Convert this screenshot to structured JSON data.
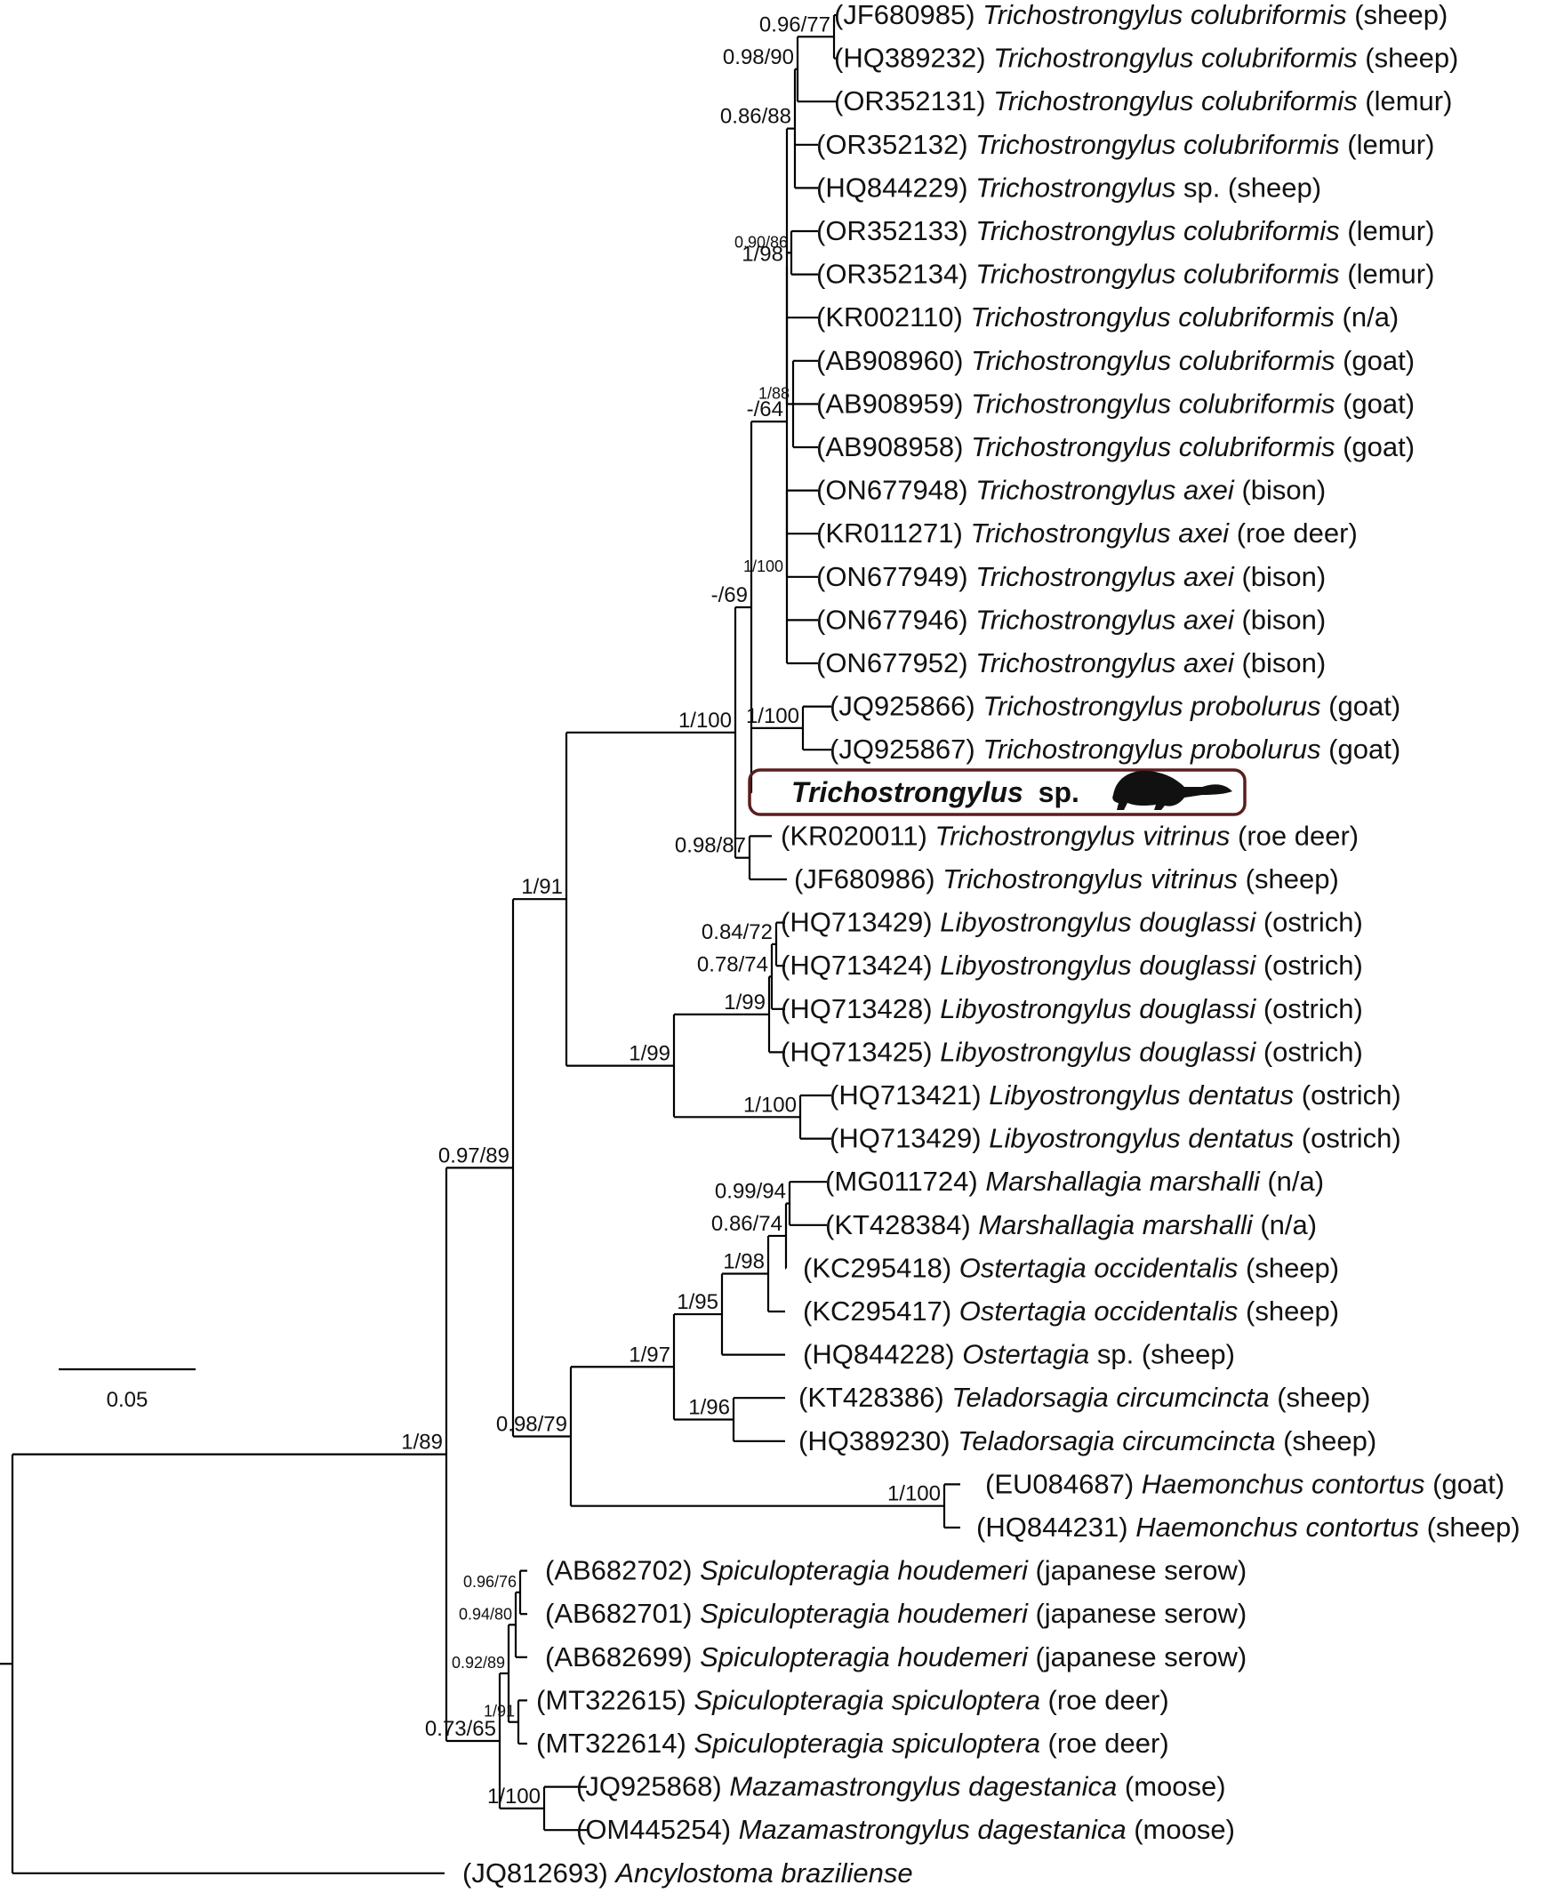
{
  "scale_bar": {
    "label": "0.05"
  },
  "leaves": [
    {
      "acc": "(JF680985)",
      "sp": "Trichostrongylus colubriformis",
      "host": "(sheep)"
    },
    {
      "acc": "(HQ389232)",
      "sp": "Trichostrongylus colubriformis",
      "host": "(sheep)"
    },
    {
      "acc": "(OR352131)",
      "sp": "Trichostrongylus colubriformis",
      "host": "(lemur)"
    },
    {
      "acc": "(OR352132)",
      "sp": "Trichostrongylus colubriformis",
      "host": "(lemur)"
    },
    {
      "acc": "(HQ844229)",
      "sp": "Trichostrongylus",
      "spx": "sp.",
      "host": "(sheep)"
    },
    {
      "acc": "(OR352133)",
      "sp": "Trichostrongylus colubriformis",
      "host": "(lemur)"
    },
    {
      "acc": "(OR352134)",
      "sp": "Trichostrongylus colubriformis",
      "host": "(lemur)"
    },
    {
      "acc": "(KR002110)",
      "sp": "Trichostrongylus colubriformis",
      "host": "(n/a)"
    },
    {
      "acc": "(AB908960)",
      "sp": "Trichostrongylus colubriformis",
      "host": "(goat)"
    },
    {
      "acc": "(AB908959)",
      "sp": "Trichostrongylus colubriformis",
      "host": "(goat)"
    },
    {
      "acc": "(AB908958)",
      "sp": "Trichostrongylus colubriformis",
      "host": "(goat)"
    },
    {
      "acc": "(ON677948)",
      "sp": "Trichostrongylus axei",
      "host": "(bison)"
    },
    {
      "acc": "(KR011271)",
      "sp": "Trichostrongylus axei",
      "host": "(roe deer)"
    },
    {
      "acc": "(ON677949)",
      "sp": "Trichostrongylus axei",
      "host": "(bison)"
    },
    {
      "acc": "(ON677946)",
      "sp": "Trichostrongylus axei",
      "host": "(bison)"
    },
    {
      "acc": "(ON677952)",
      "sp": "Trichostrongylus axei",
      "host": "(bison)"
    },
    {
      "acc": "(JQ925866)",
      "sp": "Trichostrongylus probolurus",
      "host": "(goat)"
    },
    {
      "acc": "(JQ925867)",
      "sp": "Trichostrongylus probolurus",
      "host": "(goat)"
    },
    {
      "acc": "",
      "sp": "",
      "host": ""
    },
    {
      "acc": "(KR020011)",
      "sp": "Trichostrongylus vitrinus",
      "host": "(roe deer)"
    },
    {
      "acc": "(JF680986)",
      "sp": "Trichostrongylus vitrinus",
      "host": "(sheep)"
    },
    {
      "acc": "(HQ713429)",
      "sp": "Libyostrongylus douglassi",
      "host": "(ostrich)"
    },
    {
      "acc": "(HQ713424)",
      "sp": "Libyostrongylus douglassi",
      "host": "(ostrich)"
    },
    {
      "acc": "(HQ713428)",
      "sp": "Libyostrongylus douglassi",
      "host": "(ostrich)"
    },
    {
      "acc": "(HQ713425)",
      "sp": "Libyostrongylus douglassi",
      "host": "(ostrich)"
    },
    {
      "acc": "(HQ713421)",
      "sp": "Libyostrongylus dentatus",
      "host": "(ostrich)"
    },
    {
      "acc": "(HQ713429)",
      "sp": "Libyostrongylus dentatus",
      "host": "(ostrich)"
    },
    {
      "acc": "(MG011724)",
      "sp": "Marshallagia marshalli",
      "host": "(n/a)"
    },
    {
      "acc": "(KT428384)",
      "sp": "Marshallagia marshalli",
      "host": "(n/a)"
    },
    {
      "acc": "(KC295418)",
      "sp": "Ostertagia occidentalis",
      "host": "(sheep)"
    },
    {
      "acc": "(KC295417)",
      "sp": "Ostertagia occidentalis",
      "host": "(sheep)"
    },
    {
      "acc": "(HQ844228)",
      "sp": "Ostertagia",
      "spx": "sp.",
      "host": "(sheep)"
    },
    {
      "acc": "(KT428386)",
      "sp": "Teladorsagia circumcincta",
      "host": "(sheep)"
    },
    {
      "acc": "(HQ389230)",
      "sp": "Teladorsagia circumcincta",
      "host": "(sheep)"
    },
    {
      "acc": "(EU084687)",
      "sp": "Haemonchus contortus",
      "host": "(goat)"
    },
    {
      "acc": "(HQ844231)",
      "sp": "Haemonchus contortus",
      "host": "(sheep)"
    },
    {
      "acc": "(AB682702)",
      "sp": "Spiculopteragia houdemeri",
      "host": "(japanese serow)"
    },
    {
      "acc": "(AB682701)",
      "sp": "Spiculopteragia houdemeri",
      "host": "(japanese serow)"
    },
    {
      "acc": "(AB682699)",
      "sp": "Spiculopteragia houdemeri",
      "host": "(japanese serow)"
    },
    {
      "acc": "(MT322615)",
      "sp": "Spiculopteragia spiculoptera",
      "host": "(roe deer)"
    },
    {
      "acc": "(MT322614)",
      "sp": "Spiculopteragia spiculoptera",
      "host": "(roe deer)"
    },
    {
      "acc": "(JQ925868)",
      "sp": "Mazamastrongylus dagestanica",
      "host": "(moose)"
    },
    {
      "acc": "(OM445254)",
      "sp": "Mazamastrongylus dagestanica",
      "host": "(moose)"
    },
    {
      "acc": "(JQ812693)",
      "sp": "Ancylostoma braziliense",
      "host": ""
    }
  ],
  "highlight": {
    "genus": "Trichostrongylus",
    "rest": "sp.",
    "icon": "beaver-silhouette-icon",
    "border_color": "#5a1e1e"
  },
  "supports": [
    {
      "text": "0.96/77"
    },
    {
      "text": "0.98/90"
    },
    {
      "text": "0.86/88"
    },
    {
      "text": "1/98"
    },
    {
      "text": "0.90/86"
    },
    {
      "text": "-/64"
    },
    {
      "text": "1/88"
    },
    {
      "text": "1/100"
    },
    {
      "text": "-/69"
    },
    {
      "text": "1/100"
    },
    {
      "text": "1/100"
    },
    {
      "text": "0.98/87"
    },
    {
      "text": "1/91"
    },
    {
      "text": "0.84/72"
    },
    {
      "text": "0.78/74"
    },
    {
      "text": "1/99"
    },
    {
      "text": "1/99"
    },
    {
      "text": "1/100"
    },
    {
      "text": "0.97/89"
    },
    {
      "text": "0.99/94"
    },
    {
      "text": "0.86/74"
    },
    {
      "text": "1/98"
    },
    {
      "text": "1/95"
    },
    {
      "text": "1/97"
    },
    {
      "text": "1/96"
    },
    {
      "text": "1/89"
    },
    {
      "text": "0.98/79"
    },
    {
      "text": "1/100"
    },
    {
      "text": "0.96/76"
    },
    {
      "text": "0.94/80"
    },
    {
      "text": "0.92/89"
    },
    {
      "text": "1/91"
    },
    {
      "text": "0.73/65"
    },
    {
      "text": "1/100"
    }
  ]
}
